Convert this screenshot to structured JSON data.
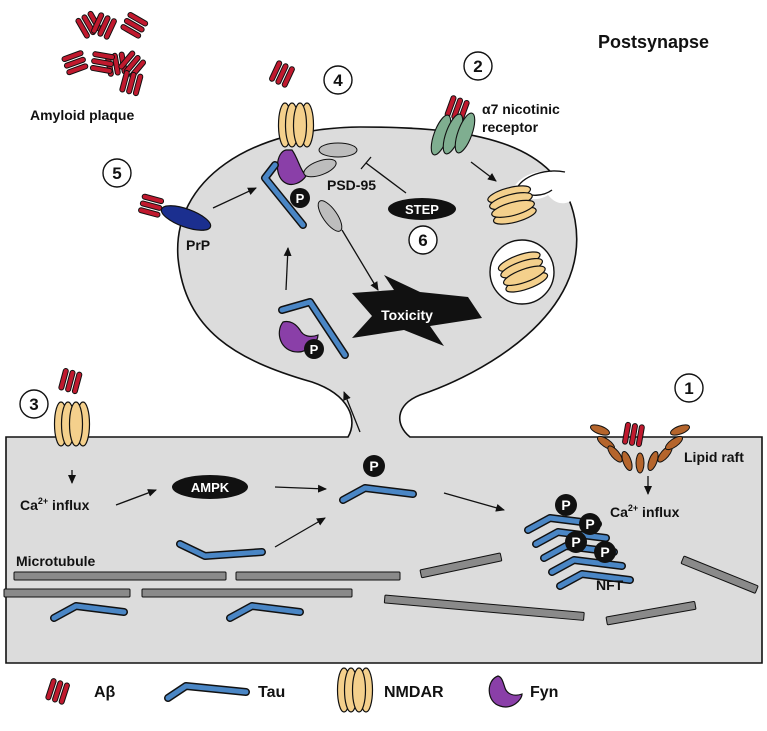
{
  "labels": {
    "postsynapse": "Postsynapse",
    "amyloid_plaque": "Amyloid plaque",
    "a7_line1": "α7 nicotinic",
    "a7_line2": "receptor",
    "psd95": "PSD-95",
    "step": "STEP",
    "prp": "PrP",
    "toxicity": "Toxicity",
    "ampk": "AMPK",
    "ca_influx_left": "Ca",
    "ca_influx_right": "Ca",
    "ca_sup": "2+",
    "influx": " influx",
    "microtubule": "Microtubule",
    "lipid_raft": "Lipid raft",
    "nft": "NFT",
    "phospho": "P"
  },
  "steps": [
    "1",
    "2",
    "3",
    "4",
    "5",
    "6"
  ],
  "legend": {
    "abeta": "Aβ",
    "tau": "Tau",
    "nmdar": "NMDAR",
    "fyn": "Fyn"
  },
  "colors": {
    "abeta": "#c0192e",
    "tau": "#4a86c5",
    "nmdar": "#f4d08c",
    "fyn": "#8a3fa8",
    "a7": "#7fae90",
    "prp": "#1b2f8f",
    "cell": "#dcdcdc",
    "raft": "#b5652c",
    "microtubule": "#8a8a8a"
  }
}
